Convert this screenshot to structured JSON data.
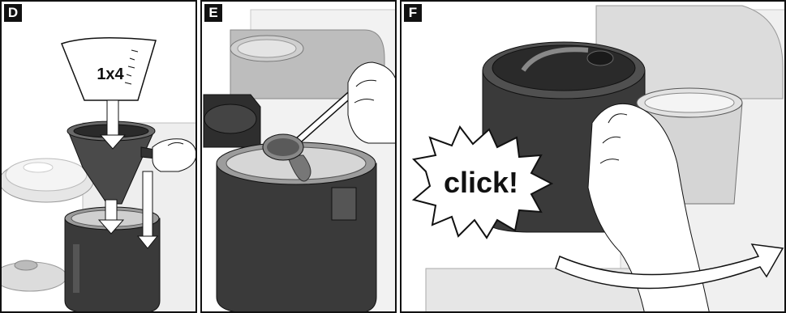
{
  "panels": [
    {
      "label": "D"
    },
    {
      "label": "E"
    },
    {
      "label": "F"
    }
  ],
  "measure_cup": {
    "text": "1x4"
  },
  "click_burst": {
    "text": "click!"
  },
  "colors": {
    "outline": "#1a1a1a",
    "light_gray": "#d9d9d9",
    "mid_gray": "#8a8a8a",
    "dark_gray": "#3a3a3a",
    "white": "#ffffff"
  }
}
